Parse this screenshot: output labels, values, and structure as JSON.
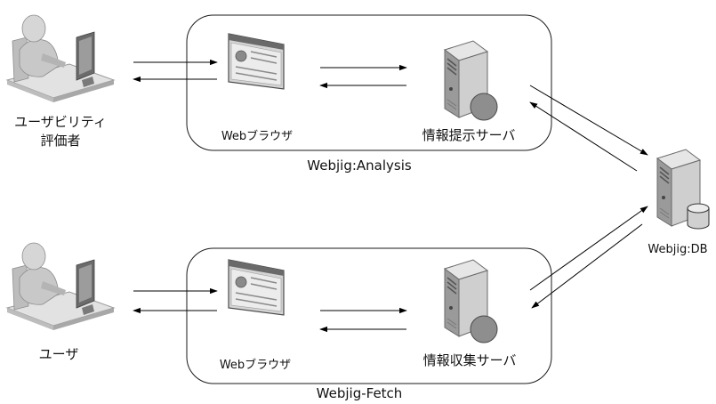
{
  "groups": {
    "analysis": {
      "name": "Webjig:Analysis",
      "browser_label": "Webブラウザ",
      "server_label": "情報提示サーバ"
    },
    "fetch": {
      "name": "Webjig-Fetch",
      "browser_label": "Webブラウザ",
      "server_label": "情報収集サーバ"
    }
  },
  "actors": {
    "evaluator": {
      "label_line1": "ユーザビリティ",
      "label_line2": "評価者"
    },
    "user": {
      "label": "ユーザ"
    }
  },
  "database": {
    "label": "Webjig:DB"
  },
  "icons": {
    "person": "user-at-computer-icon",
    "browser": "browser-window-icon",
    "server": "server-icon",
    "db_server": "database-server-icon"
  },
  "colors": {
    "line": "#000000",
    "icon_gray": "#9a9a9a",
    "icon_dark": "#555555",
    "icon_light": "#dcdcdc"
  }
}
